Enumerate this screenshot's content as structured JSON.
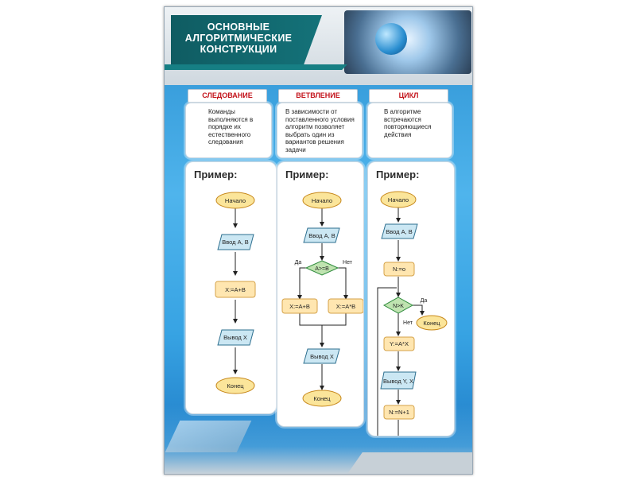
{
  "title": {
    "line1": "ОСНОВНЫЕ",
    "line2": "АЛГОРИТМИЧЕСКИЕ",
    "line3": "КОНСТРУКЦИИ"
  },
  "columns": [
    {
      "tab": "СЛЕДОВАНИЕ",
      "definition": "Команды выполняются в порядке их естественного следования",
      "example_title": "Пример:",
      "nodes": {
        "start": "Начало",
        "input": "Ввод А, В",
        "process": "X:=A+B",
        "output": "Вывод X",
        "end": "Конец"
      }
    },
    {
      "tab": "ВЕТВЛЕНИЕ",
      "definition": "В зависимости от поставленного условия алгоритм позволяет выбрать один из вариантов решения задачи",
      "example_title": "Пример:",
      "nodes": {
        "start": "Начало",
        "input": "Ввод А, В",
        "condition": "A>=B",
        "yes": "Да",
        "no": "Нет",
        "left_process": "X:=A+B",
        "right_process": "X:=A*B",
        "output": "Вывод X",
        "end": "Конец"
      }
    },
    {
      "tab": "ЦИКЛ",
      "definition": "В алгоритме встречаются повторяющиеся действия",
      "example_title": "Пример:",
      "nodes": {
        "start": "Начало",
        "input": "Ввод А, В",
        "init": "N:=o",
        "condition": "N>K",
        "yes": "Да",
        "no": "Нет",
        "end": "Конец",
        "process": "Y:=A*X",
        "output": "Вывод Y, X",
        "increment": "N:=N+1"
      }
    }
  ],
  "colors": {
    "terminator_fill": "#fbe59a",
    "terminator_stroke": "#c88a1e",
    "io_fill": "#cbe7f3",
    "process_fill": "#ffe6b0",
    "process_stroke": "#d5a248",
    "decision_fill": "#bfe3b0",
    "decision_stroke": "#2e8b3c",
    "tab_text": "#c3131b"
  }
}
